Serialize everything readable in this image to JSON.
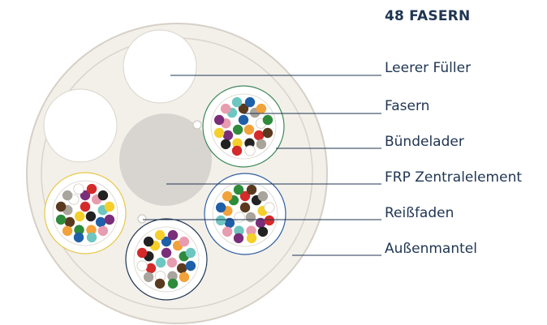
{
  "title": "48 FASERN",
  "labels": {
    "empty_filler": "Leerer Füller",
    "fibers": "Fasern",
    "buffer_tube": "Bündelader",
    "frp_central": "FRP Zentralelement",
    "ripcord": "Reißfaden",
    "outer_jacket": "Außenmantel"
  },
  "colors": {
    "text": "#1f3552",
    "leader_line": "#1f3552",
    "jacket_fill": "#f3f0ea",
    "jacket_stroke": "#d6d0c6",
    "central_member": "#d8d4cf",
    "tube_green": "#3f8a5a",
    "tube_blue": "#2f5f9e",
    "tube_yellow": "#e6c84a",
    "tube_navy": "#1f3552",
    "fiber_palette": [
      "#1f5fa8",
      "#f2a23a",
      "#2e8b3c",
      "#5a3a1e",
      "#a9a49c",
      "#ffffff",
      "#d42a2a",
      "#222222",
      "#f5cf2a",
      "#7a2e7a",
      "#e89cb0",
      "#6ec6c0"
    ]
  }
}
